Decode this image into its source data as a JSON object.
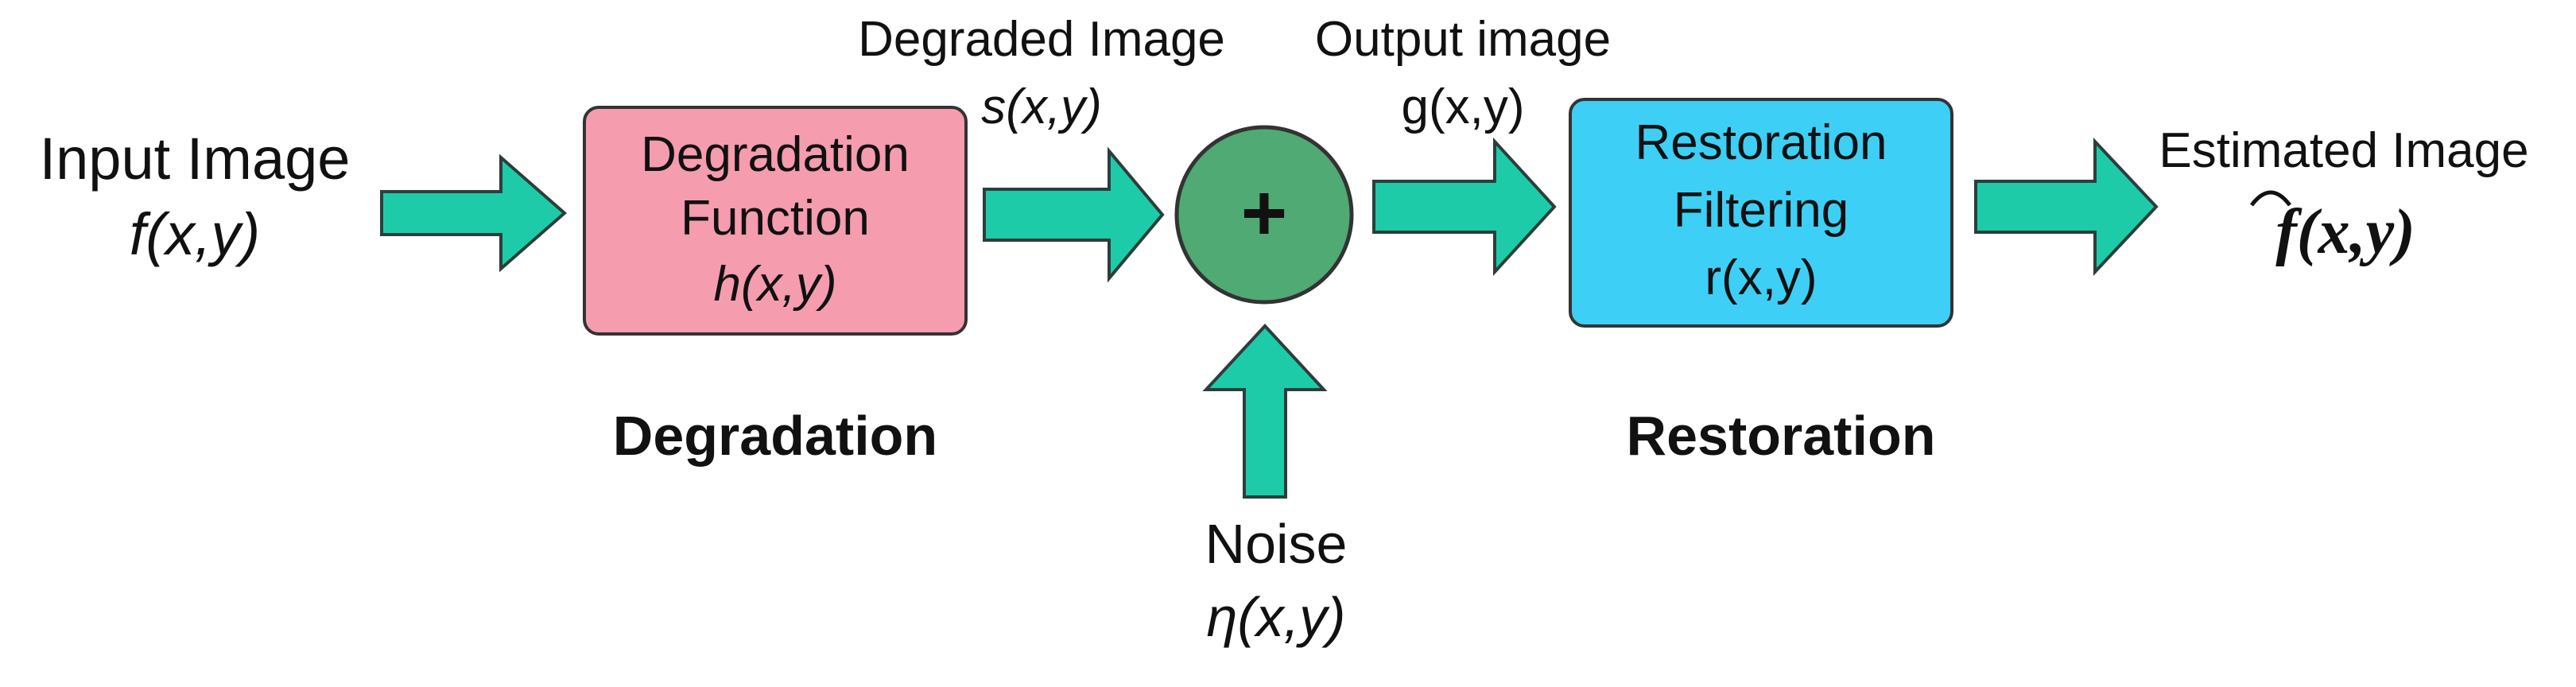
{
  "colors": {
    "arrow_fill": "#1ECBA9",
    "arrow_stroke": "#2C3E3A",
    "degradation_box_fill": "#F59CAF",
    "restoration_box_fill": "#3DCFF5",
    "adder_fill": "#4FAA73",
    "box_stroke": "#333333"
  },
  "input": {
    "label": "Input Image",
    "symbol": "f(x,y)"
  },
  "degradation_box": {
    "line1": "Degradation",
    "line2": "Function",
    "line3": "h(x,y)"
  },
  "degraded_output": {
    "label": "Degraded Image",
    "symbol": "s(x,y)"
  },
  "adder": {
    "symbol": "+"
  },
  "noise": {
    "label": "Noise",
    "symbol": "η(x,y)"
  },
  "output": {
    "label": "Output image",
    "symbol": "g(x,y)"
  },
  "restoration_box": {
    "line1": "Restoration",
    "line2": "Filtering",
    "line3": "r(x,y)"
  },
  "estimated": {
    "label": "Estimated Image",
    "symbol": "f(x,y)"
  },
  "stage_labels": {
    "degradation": "Degradation",
    "restoration": "Restoration"
  }
}
